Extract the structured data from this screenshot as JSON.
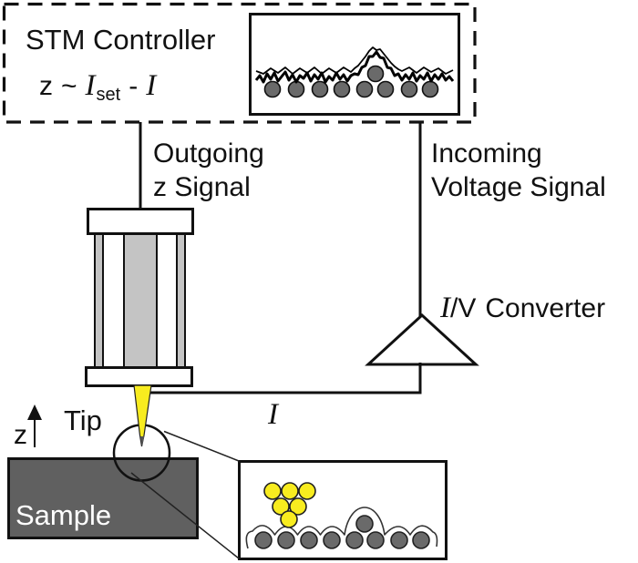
{
  "controller": {
    "title": "STM Controller",
    "formula": {
      "z": "z",
      "tilde": "~",
      "i_set_base": "I",
      "i_set_sub": "set",
      "minus": "-",
      "i": "I"
    }
  },
  "signals": {
    "outgoing_line1": "Outgoing",
    "outgoing_line2": "z Signal",
    "incoming_line1": "Incoming",
    "incoming_line2": "Voltage Signal"
  },
  "converter": {
    "i": "I",
    "slash": "/",
    "v": "V",
    "label": "Converter"
  },
  "current_label": "I",
  "tip_label": "Tip",
  "z_axis_label": "z",
  "sample_label": "Sample",
  "colors": {
    "yellow": "#f8ec1f",
    "atom_gray": "#6a6a6a",
    "sample_gray": "#606060",
    "piezo_gray": "#c4c4c4",
    "line_black": "#111111"
  }
}
